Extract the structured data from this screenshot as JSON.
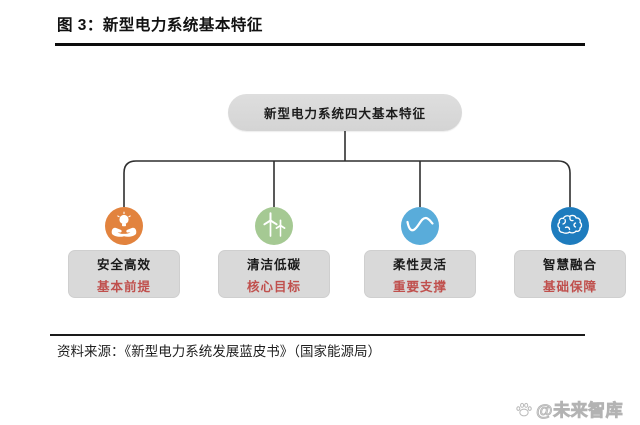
{
  "header": {
    "title": "图 3：新型电力系统基本特征"
  },
  "root": {
    "label": "新型电力系统四大基本特征"
  },
  "branches": [
    {
      "icon": "hands-lightbulb-icon",
      "color": "#e2833e",
      "title": "安全高效",
      "subtitle": "基本前提"
    },
    {
      "icon": "wind-turbine-icon",
      "color": "#a5c993",
      "title": "清洁低碳",
      "subtitle": "核心目标"
    },
    {
      "icon": "sine-wave-icon",
      "color": "#59acda",
      "title": "柔性灵活",
      "subtitle": "重要支撑"
    },
    {
      "icon": "brain-icon",
      "color": "#1e7cbe",
      "title": "智慧融合",
      "subtitle": "基础保障"
    }
  ],
  "colors": {
    "box_fill": "#d9d9d9",
    "subtitle_red": "#c0504d",
    "connector_line": "#2f2f2f"
  },
  "footer": {
    "source": "资料来源：《新型电力系统发展蓝皮书》（国家能源局）"
  },
  "watermark": {
    "icon": "paw-icon",
    "text": "@未来智库"
  }
}
